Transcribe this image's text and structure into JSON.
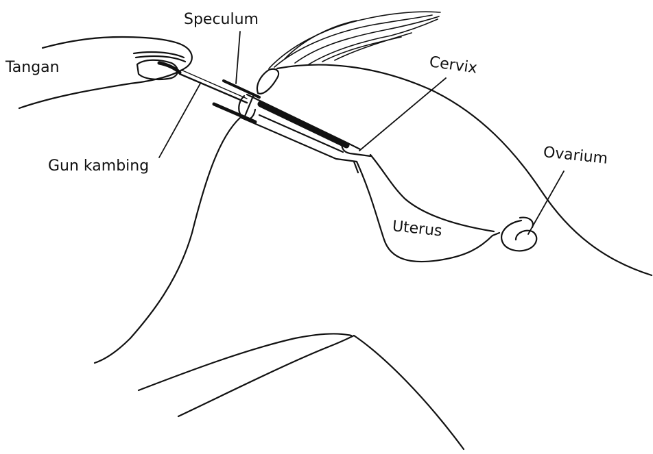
{
  "labels": {
    "tangan": "Tangan",
    "speculum": "Speculum",
    "cervix": "Cervix",
    "gun": "Gun kambing",
    "ovarium": "Ovarium",
    "uterus": "Uterus"
  },
  "colors": {
    "ink": "#111111",
    "background": "#ffffff"
  }
}
